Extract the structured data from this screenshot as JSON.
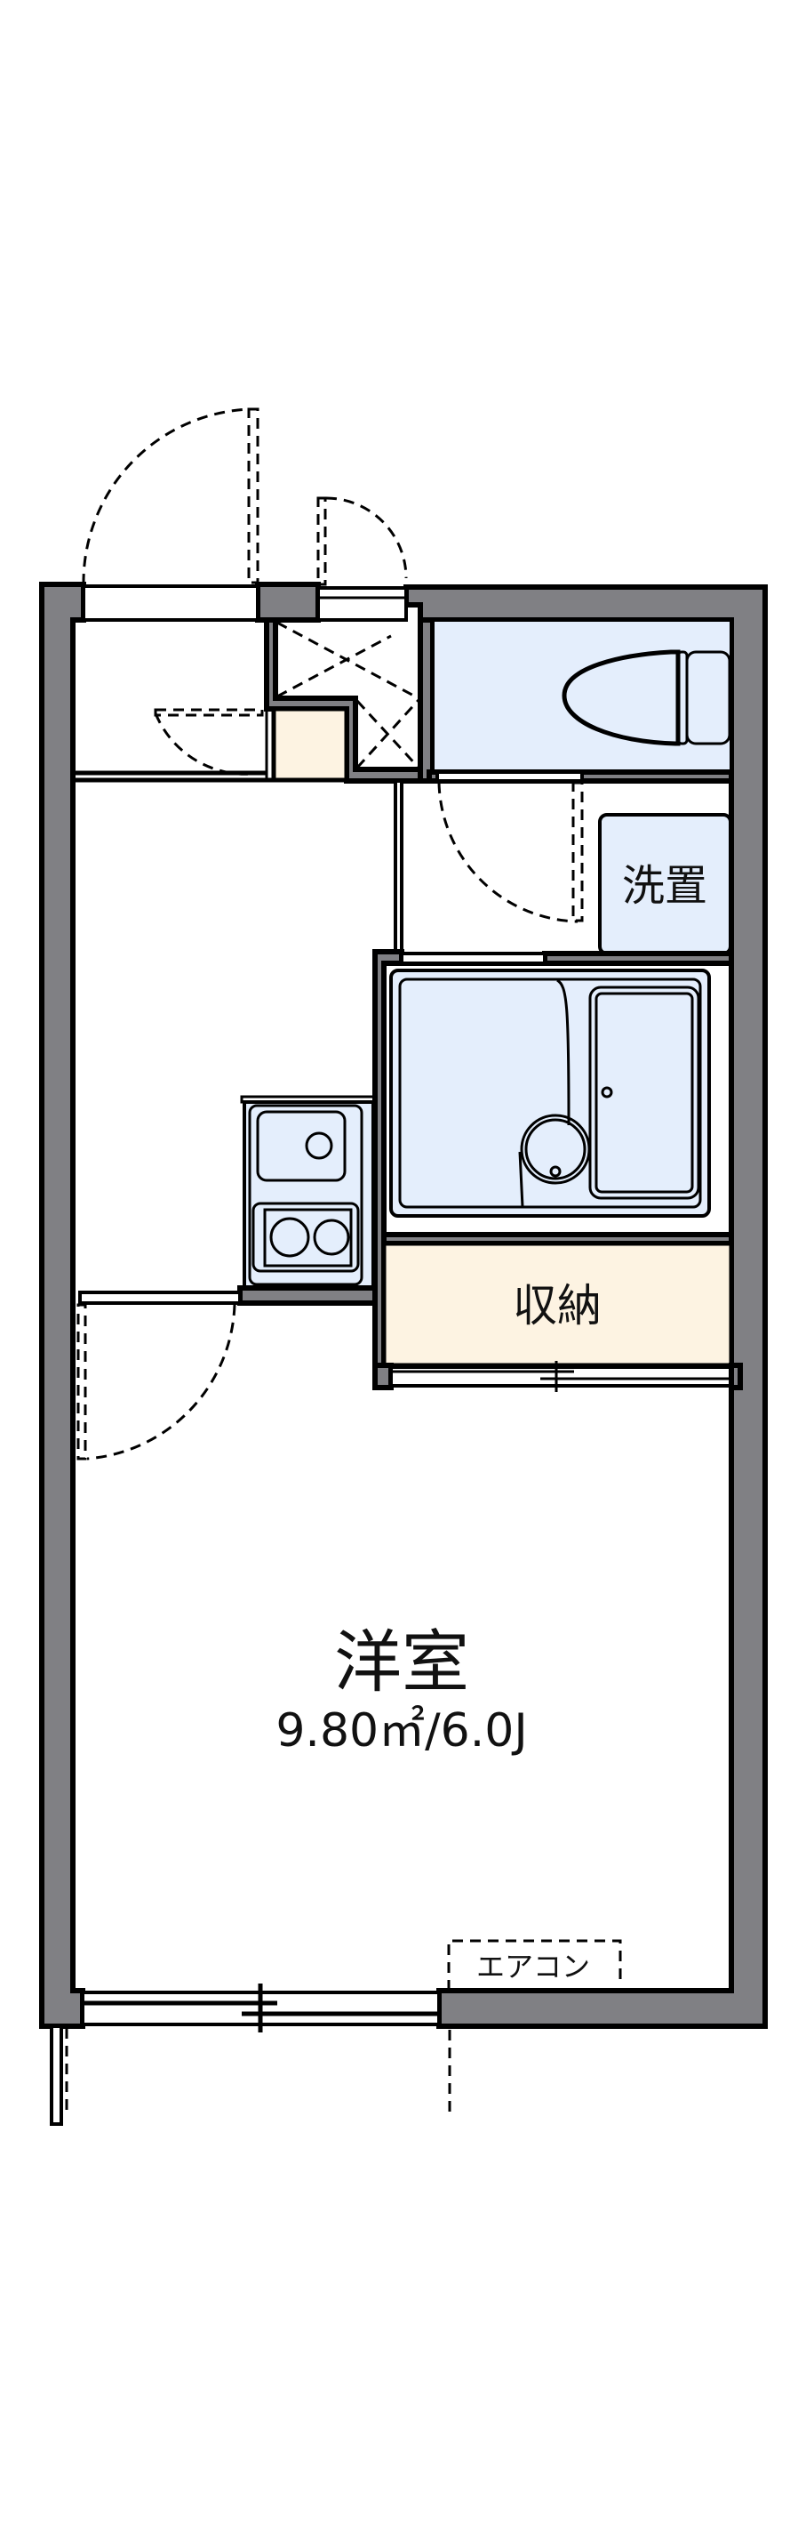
{
  "floorplan": {
    "rooms": {
      "western_room": {
        "label": "洋室",
        "area": "9.80㎡/6.0J"
      },
      "washer": {
        "label": "洗置"
      },
      "storage": {
        "label": "収納"
      },
      "air_conditioner": {
        "label": "エアコン"
      }
    },
    "colors": {
      "wall": "#808084",
      "wet_area": "#e4eefc",
      "storage": "#fdf3e2",
      "background": "#ffffff"
    }
  }
}
